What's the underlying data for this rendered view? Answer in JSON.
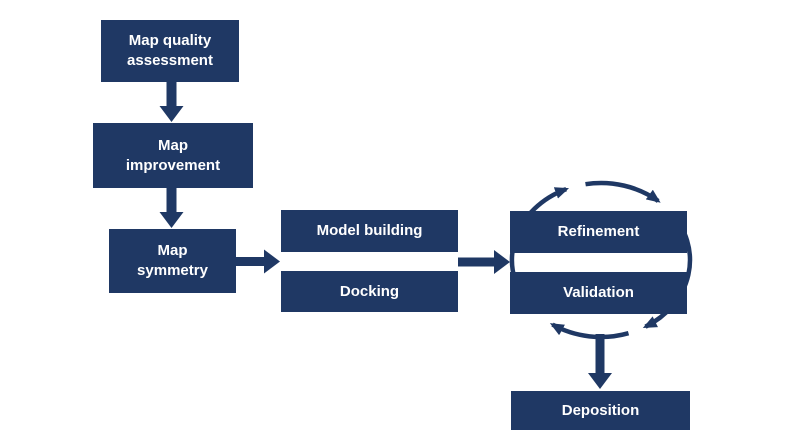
{
  "colors": {
    "accent": "#1f3864",
    "background": "#ffffff",
    "text": "#ffffff"
  },
  "nodes": {
    "map_quality": {
      "label": "Map quality\nassessment"
    },
    "map_improvement": {
      "label": "Map\nimprovement"
    },
    "map_symmetry": {
      "label": "Map\nsymmetry"
    },
    "model_building": {
      "label": "Model building"
    },
    "docking": {
      "label": "Docking"
    },
    "refinement": {
      "label": "Refinement"
    },
    "validation": {
      "label": "Validation"
    },
    "deposition": {
      "label": "Deposition"
    }
  },
  "edges": [
    {
      "from": "Map quality assessment",
      "to": "Map improvement",
      "type": "arrow-down"
    },
    {
      "from": "Map improvement",
      "to": "Map symmetry",
      "type": "arrow-down"
    },
    {
      "from": "Map symmetry",
      "to": "Model building / Docking",
      "type": "arrow-right"
    },
    {
      "from": "Model building / Docking",
      "to": "Refinement / Validation",
      "type": "arrow-right"
    },
    {
      "from": "Refinement",
      "to": "Validation",
      "type": "cycle-clockwise"
    },
    {
      "from": "Refinement / Validation",
      "to": "Deposition",
      "type": "arrow-down"
    }
  ]
}
